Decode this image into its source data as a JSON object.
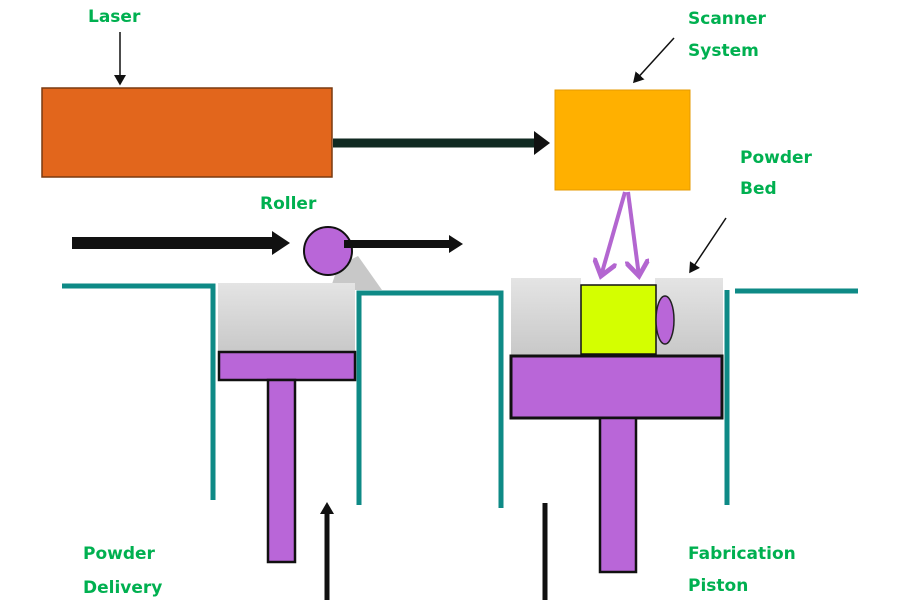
{
  "labels": {
    "laser": "Laser",
    "scanner_line1": "Scanner",
    "scanner_line2": "System",
    "powder_bed_line1": "Powder",
    "powder_bed_line2": "Bed",
    "roller": "Roller",
    "powder_delivery_line1": "Powder",
    "powder_delivery_line2": "Delivery",
    "fabrication_line1": "Fabrication",
    "fabrication_line2": "Piston"
  },
  "colors": {
    "label_green": "#00B050",
    "laser_orange": "#E2661C",
    "scanner_amber": "#FFB000",
    "wall_teal": "#0E8A86",
    "piston_purple": "#B966D8",
    "part_yellow": "#D4FF00",
    "powder_gray": "#D0D0D0"
  }
}
